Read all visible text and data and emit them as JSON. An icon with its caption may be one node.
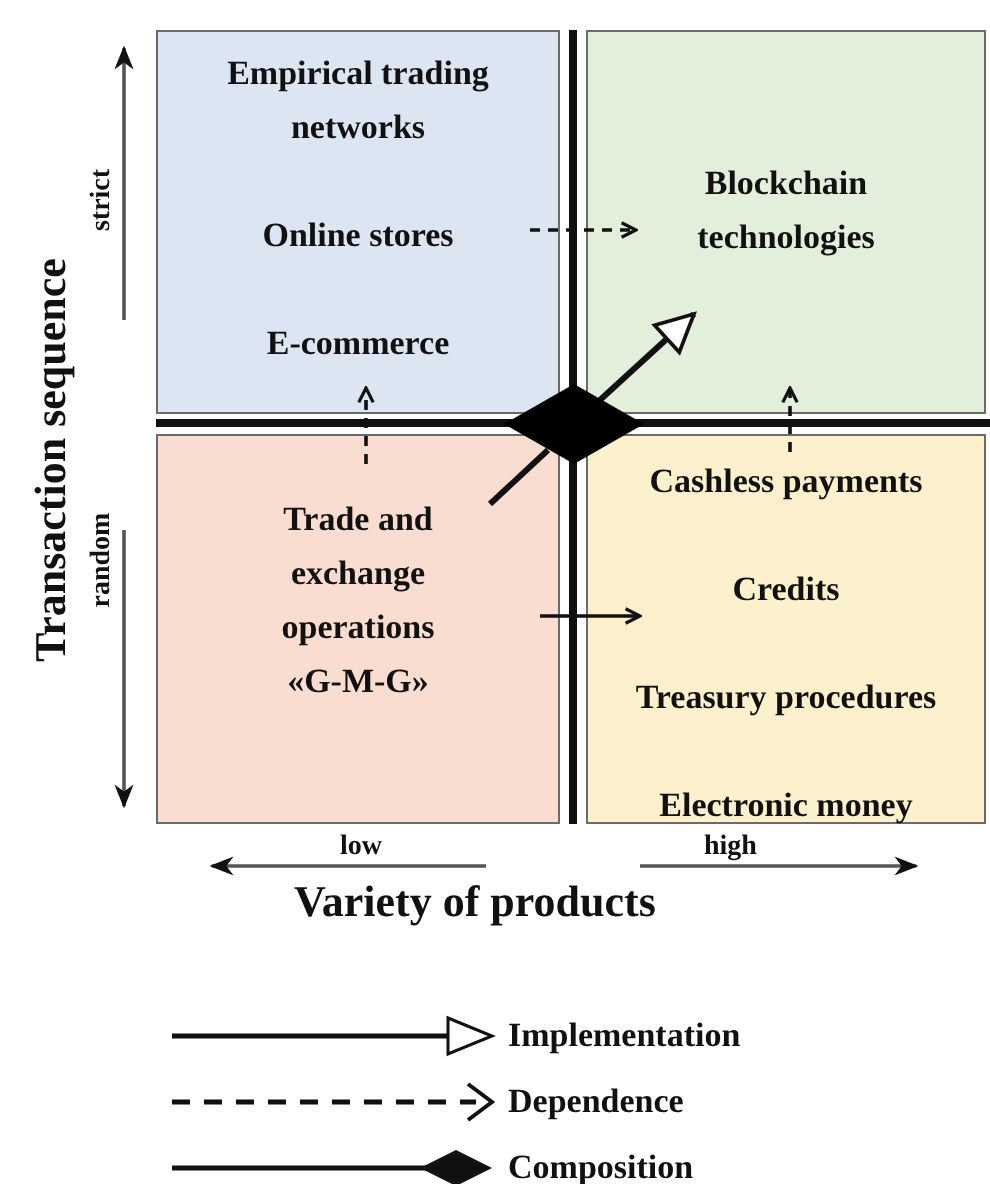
{
  "diagram": {
    "nodes": [
      {
        "text": [
          "Empirical trading networks",
          "Online stores",
          "E-commerce"
        ]
      },
      {
        "text": [
          "Blockchain technologies"
        ]
      },
      {
        "text": [
          "Trade and exchange operations «G-M-G»"
        ]
      },
      {
        "text": [
          "Cashless payments",
          "Credits",
          "Treasury procedures",
          "Electronic money"
        ]
      },
      {
        "text": [],
        "shape": "diamond"
      }
    ],
    "edges": [
      {
        "from": 2,
        "to": 4,
        "arrow": "none"
      },
      {
        "from": 4,
        "to": 1,
        "arrow": "to"
      },
      {
        "from": 2,
        "to": 0,
        "arrow": "to",
        "style": "dashed"
      },
      {
        "from": 0,
        "to": 1,
        "arrow": "to",
        "style": "dashed"
      },
      {
        "from": 3,
        "to": 1,
        "arrow": "to",
        "style": "dashed"
      },
      {
        "from": 2,
        "to": 3,
        "arrow": "to"
      }
    ],
    "labels": [
      "Transaction sequence",
      "strict",
      "random",
      "low",
      "high",
      "Variety of products"
    ],
    "legend": [
      {
        "text": "Implementation"
      },
      {
        "text": "Dependence"
      },
      {
        "text": "Composition"
      }
    ]
  }
}
